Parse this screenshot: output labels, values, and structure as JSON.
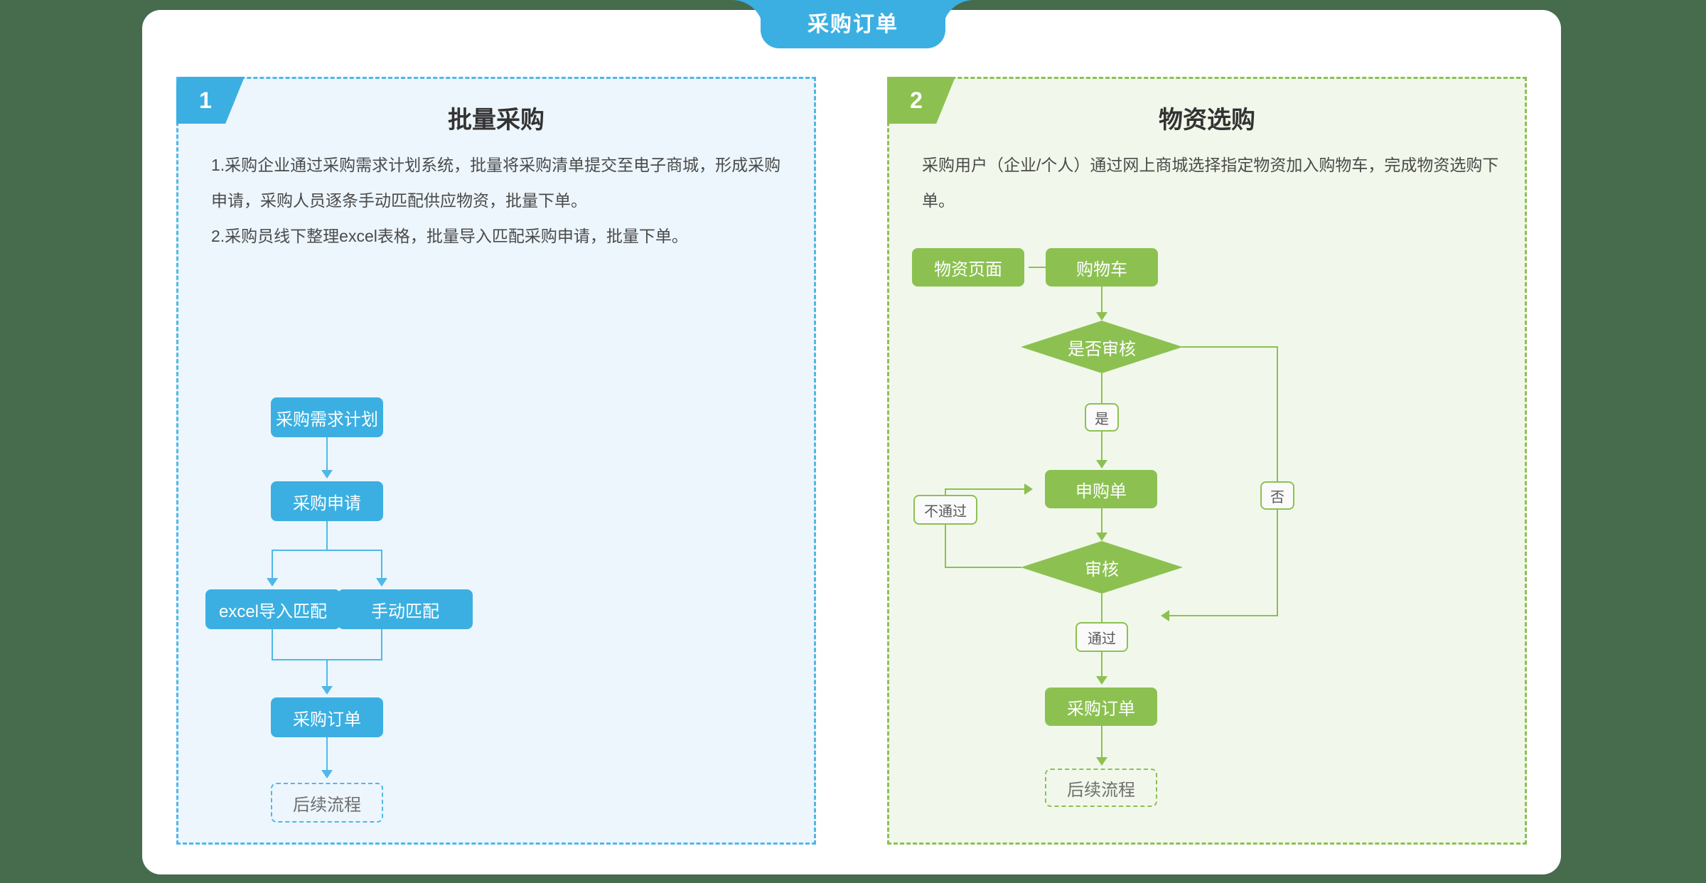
{
  "header": {
    "tab_title": "采购订单"
  },
  "panels": [
    {
      "badge": "1",
      "title": "批量采购",
      "desc_line1": "1.采购企业通过采购需求计划系统，批量将采购清单提交至电子商城，形成采购申请，采购人员逐条手动匹配供应物资，批量下单。",
      "desc_line2": "2.采购员线下整理excel表格，批量导入匹配采购申请，批量下单。",
      "nodes": {
        "plan": "采购需求计划",
        "application": "采购申请",
        "excel_match": "excel导入匹配",
        "manual_match": "手动匹配",
        "order": "采购订单",
        "next": "后续流程"
      },
      "accent": "#3BAFE2",
      "bg": "#EDF6FD"
    },
    {
      "badge": "2",
      "title": "物资选购",
      "desc_line1": "采购用户（企业/个人）通过网上商城选择指定物资加入购物车，完成物资选购下单。",
      "nodes": {
        "goods_page": "物资页面",
        "cart": "购物车",
        "need_review": "是否审核",
        "requisition": "申购单",
        "review": "审核",
        "order": "采购订单",
        "next": "后续流程"
      },
      "edge_labels": {
        "yes": "是",
        "no": "否",
        "pass": "通过",
        "fail": "不通过"
      },
      "accent": "#8CC152",
      "bg": "#F1F8EB"
    }
  ]
}
